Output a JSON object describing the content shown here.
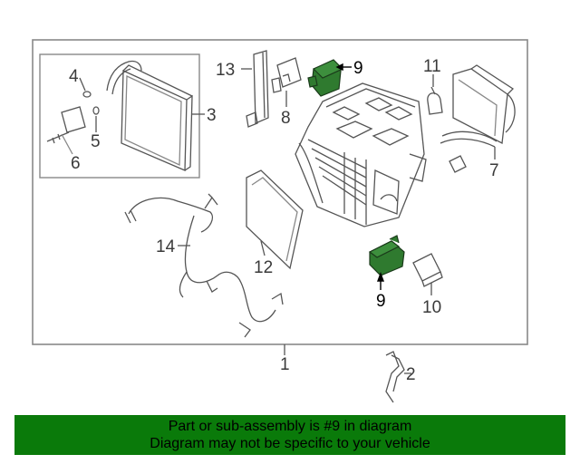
{
  "callouts": {
    "c1": "1",
    "c2": "2",
    "c3": "3",
    "c4": "4",
    "c5": "5",
    "c6": "6",
    "c7": "7",
    "c8": "8",
    "c9a": "9",
    "c9b": "9",
    "c10": "10",
    "c11": "11",
    "c12": "12",
    "c13": "13",
    "c14": "14"
  },
  "highlight": {
    "color": "#2f7a2f",
    "banner_color": "#0a7a0a"
  },
  "banner": {
    "line1": "Part or sub-assembly is #9 in diagram",
    "line2": "Diagram may not be specific to your vehicle"
  }
}
